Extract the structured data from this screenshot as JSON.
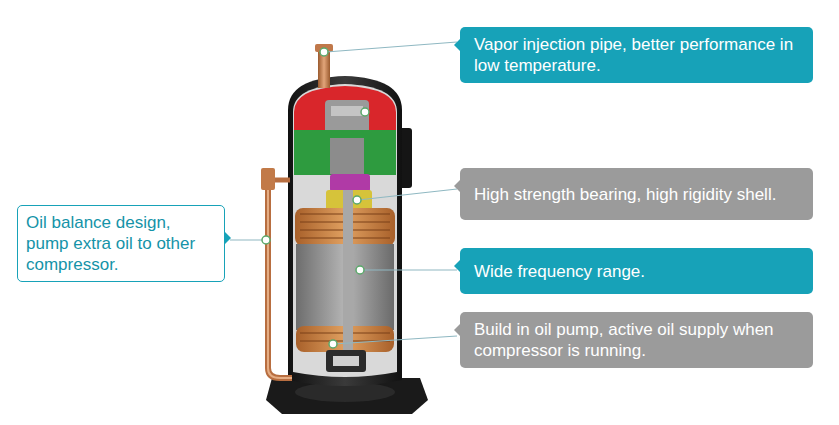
{
  "diagram": {
    "nodes": [
      {
        "text": [
          "Vapor injection pipe, better performance in low temperature."
        ]
      },
      {
        "text": [
          "High strength bearing, high rigidity shell."
        ]
      },
      {
        "text": [
          "Oil balance design, pump extra oil to other compressor."
        ]
      },
      {
        "text": [
          "Wide frequency range."
        ]
      },
      {
        "text": [
          "Build in oil pump, active oil supply when compressor is running."
        ]
      }
    ]
  }
}
